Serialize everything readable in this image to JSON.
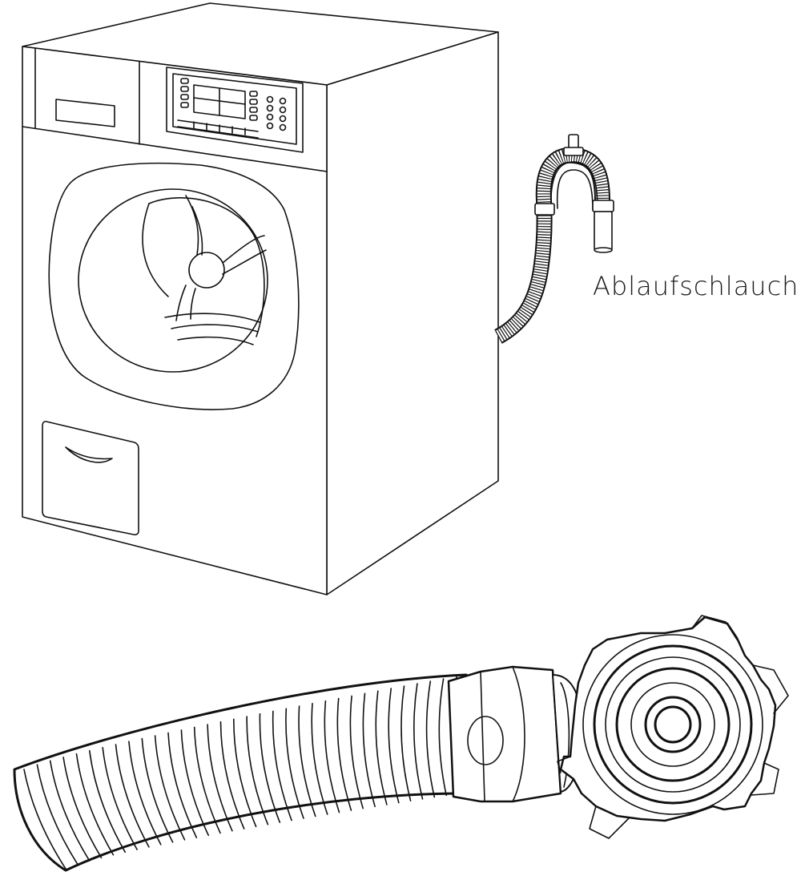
{
  "diagram": {
    "label": "Ablaufschlauch",
    "stroke_color": "#111111",
    "background_color": "#ffffff",
    "parts": [
      "washing-machine",
      "drain-hose",
      "drain-hose-connector"
    ]
  }
}
